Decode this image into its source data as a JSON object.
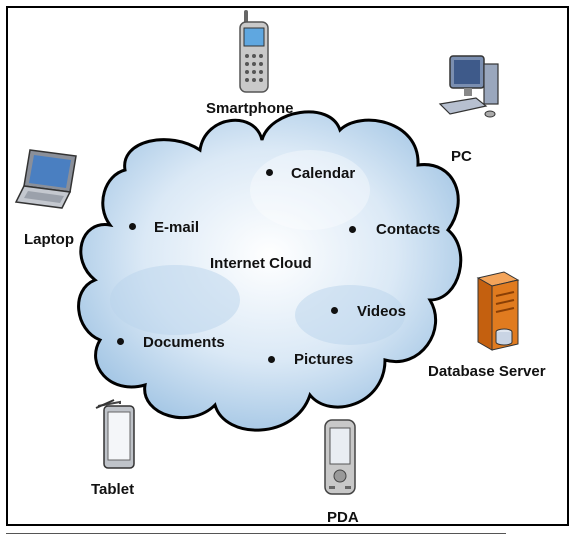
{
  "diagram": {
    "cloud_label": "Internet Cloud",
    "services": {
      "calendar": "Calendar",
      "email": "E-mail",
      "contacts": "Contacts",
      "videos": "Videos",
      "documents": "Documents",
      "pictures": "Pictures"
    },
    "devices": {
      "smartphone": "Smartphone",
      "pc": "PC",
      "laptop": "Laptop",
      "database_server": "Database Server",
      "tablet": "Tablet",
      "pda": "PDA"
    },
    "colors": {
      "cloud_fill": "#cfe2f3",
      "cloud_outline": "#000000",
      "server_orange": "#e07b1f"
    }
  }
}
